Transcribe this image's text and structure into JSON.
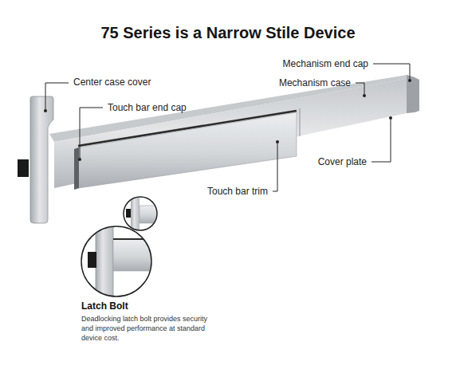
{
  "diagram": {
    "title": "75 Series is a Narrow Stile Device",
    "labels": [
      "Center case cover",
      "Mechanism end cap",
      "Mechanism case",
      "Touch bar end cap",
      "Cover plate",
      "Touch bar trim",
      "Latch Bolt",
      "Deadlocking latch bolt provides security and improved performance at standard device cost."
    ]
  }
}
